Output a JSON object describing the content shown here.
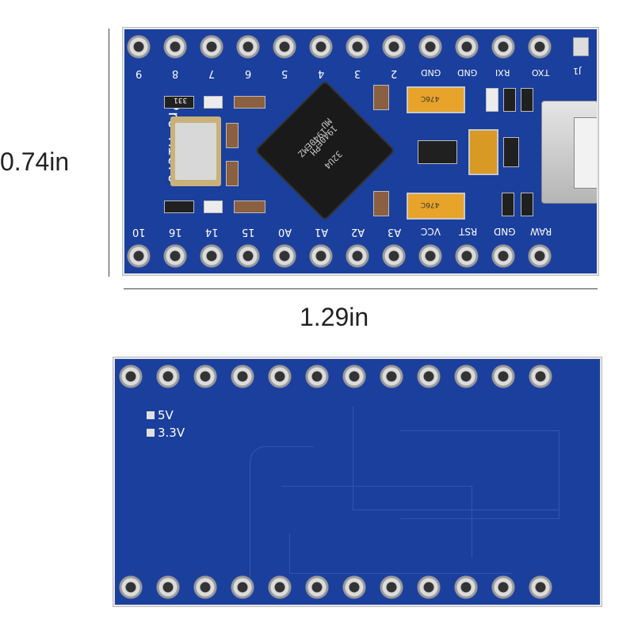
{
  "dimensions": {
    "height_label": "0.74in",
    "width_label": "1.29in"
  },
  "front": {
    "brand_text": "Pro Micro",
    "chip": {
      "line1": "MU",
      "line2": "1940E",
      "line3": "PH",
      "line4": "32U4",
      "line5": "1940EMZ"
    },
    "top_pin_labels": [
      "9",
      "8",
      "7",
      "6",
      "5",
      "4",
      "3",
      "2",
      "GND",
      "GND",
      "RXI",
      "TXO"
    ],
    "bottom_pin_labels": [
      "10",
      "16",
      "14",
      "15",
      "A0",
      "A1",
      "A2",
      "A3",
      "VCC",
      "RST",
      "GND",
      "RAW"
    ],
    "jumper_label": "J1",
    "cap_label": "476C",
    "resistor_label": "331"
  },
  "back": {
    "legend": [
      "5V",
      "3.3V"
    ],
    "colors": {
      "board": "#1b3f9c",
      "pads": "#dcdcdc"
    }
  }
}
